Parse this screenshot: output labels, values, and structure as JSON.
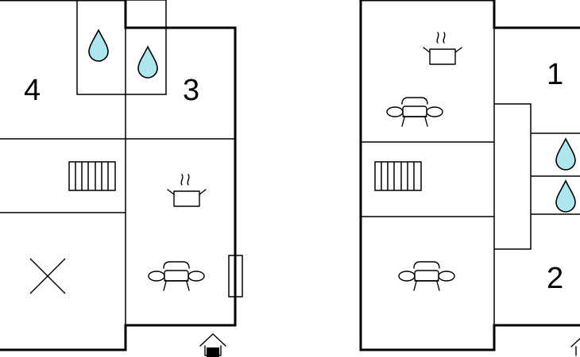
{
  "rooms": {
    "room_1": "1",
    "room_2": "2",
    "room_3": "3",
    "room_4": "4"
  },
  "icons": {
    "bathroom": "water-drop-icon",
    "kitchen": "cooking-pot-icon",
    "living_room": "sofa-icon",
    "heating": "radiator-icon",
    "void": "cross-icon",
    "entrance": "entrance-icon"
  },
  "colors": {
    "walls": "#000000",
    "water_drop": "#aee6f0",
    "background": "#ffffff"
  }
}
